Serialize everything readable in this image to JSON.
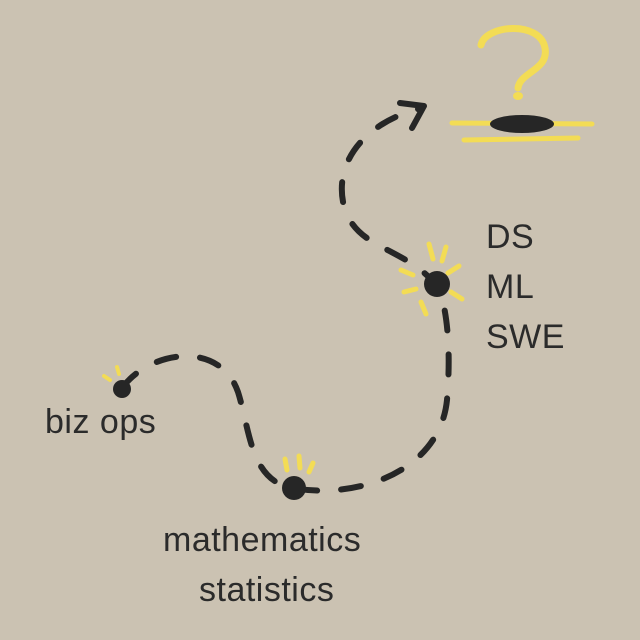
{
  "colors": {
    "background": "#cbc2b2",
    "ink": "#262626",
    "highlight": "#f3dc55"
  },
  "nodes": {
    "start": {
      "lines": [
        "biz ops"
      ]
    },
    "middle": {
      "lines": [
        "mathematics",
        "statistics"
      ]
    },
    "current": {
      "lines": [
        "DS",
        "ML",
        "SWE"
      ]
    },
    "destination": {
      "symbol": "?"
    }
  },
  "icons": {
    "path": "dashed-career-path",
    "arrow": "arrow-head-icon",
    "sparkle": "sparkle-icon",
    "question": "question-mark-icon",
    "pedestal": "pedestal-icon"
  }
}
